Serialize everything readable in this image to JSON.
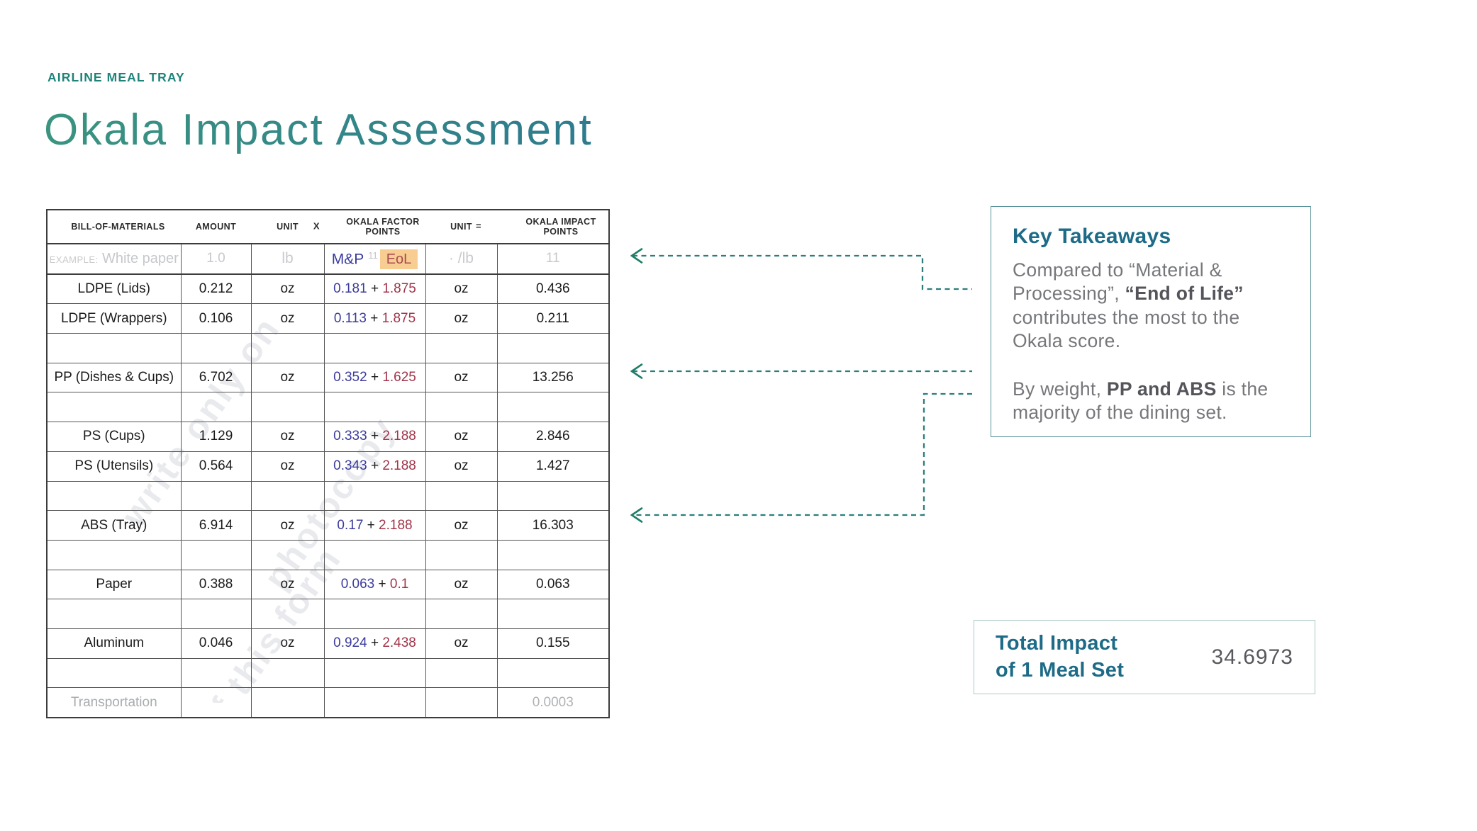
{
  "slide": {
    "eyebrow": "AIRLINE MEAL TRAY",
    "title": "Okala Impact Assessment"
  },
  "colors": {
    "accent_teal": "#1e837a",
    "title_teal_left": "#3a9480",
    "title_teal_right": "#2e7b8e",
    "heading_blue": "#1d6b87",
    "body_gray": "#76777b",
    "arrow_teal": "#2b7e7c",
    "highlight_orange": "#f8cd90",
    "factor_blue": "#3b3b9d",
    "factor_red": "#a1344a"
  },
  "table": {
    "columns": [
      {
        "label": "BILL-OF-MATERIALS"
      },
      {
        "label": "AMOUNT"
      },
      {
        "label": "UNIT",
        "operator": "X"
      },
      {
        "label": "OKALA FACTOR POINTS"
      },
      {
        "label": "UNIT",
        "operator": "="
      },
      {
        "label": "OKALA IMPACT POINTS"
      }
    ],
    "example_row": {
      "prefix": "EXAMPLE:",
      "material": "White paper",
      "amount": "1.0",
      "unit": "lb",
      "factor_mp": "M&P",
      "factor_sup": "11",
      "factor_eol": "EoL",
      "unit2": "· /lb",
      "impact": "11"
    },
    "rows": [
      {
        "material": "LDPE (Lids)",
        "amount": "0.212",
        "unit": "oz",
        "mp": "0.181",
        "eol": "1.875",
        "unit2": "oz",
        "impact": "0.436"
      },
      {
        "material": "LDPE (Wrappers)",
        "amount": "0.106",
        "unit": "oz",
        "mp": "0.113",
        "eol": "1.875",
        "unit2": "oz",
        "impact": "0.211"
      },
      {
        "blank": true
      },
      {
        "material": "PP (Dishes & Cups)",
        "amount": "6.702",
        "unit": "oz",
        "mp": "0.352",
        "eol": "1.625",
        "unit2": "oz",
        "impact": "13.256",
        "highlight": true
      },
      {
        "blank": true
      },
      {
        "material": "PS (Cups)",
        "amount": "1.129",
        "unit": "oz",
        "mp": "0.333",
        "eol": "2.188",
        "unit2": "oz",
        "impact": "2.846"
      },
      {
        "material": "PS (Utensils)",
        "amount": "0.564",
        "unit": "oz",
        "mp": "0.343",
        "eol": "2.188",
        "unit2": "oz",
        "impact": "1.427"
      },
      {
        "blank": true
      },
      {
        "material": "ABS (Tray)",
        "amount": "6.914",
        "unit": "oz",
        "mp": "0.17",
        "eol": "2.188",
        "unit2": "oz",
        "impact": "16.303",
        "highlight": true
      },
      {
        "blank": true
      },
      {
        "material": "Paper",
        "amount": "0.388",
        "unit": "oz",
        "mp": "0.063",
        "eol": "0.1",
        "unit2": "oz",
        "impact": "0.063"
      },
      {
        "blank": true
      },
      {
        "material": "Aluminum",
        "amount": "0.046",
        "unit": "oz",
        "mp": "0.924",
        "eol": "2.438",
        "unit2": "oz",
        "impact": "0.155"
      },
      {
        "blank": true
      },
      {
        "material": "Transportation",
        "amount": "",
        "unit": "",
        "mp": "",
        "eol": "",
        "unit2": "",
        "impact": "0.0003",
        "muted": true
      }
    ],
    "plus_sign": "+"
  },
  "watermark": [
    "write only on",
    "photocopy",
    "of this form"
  ],
  "takeaways": {
    "title": "Key Takeaways",
    "p1": [
      {
        "t": "Compared to “Material & Processing”, "
      },
      {
        "t": "“End of Life”",
        "b": true
      },
      {
        "t": " contributes the most to the Okala score."
      }
    ],
    "p2": [
      {
        "t": "By weight, "
      },
      {
        "t": "PP and ABS",
        "b": true
      },
      {
        "t": " is the majority of the dining set."
      }
    ]
  },
  "total": {
    "line1": "Total Impact",
    "line2": "of 1 Meal Set",
    "value": "34.6973"
  }
}
